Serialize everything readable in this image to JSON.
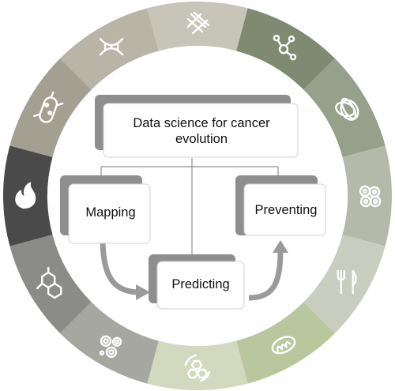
{
  "title": "Data science for cancer evolution",
  "title_lines": [
    "Data science for cancer",
    "evolution"
  ],
  "nodes": {
    "mapping": "Mapping",
    "predicting": "Predicting",
    "preventing": "Preventing"
  },
  "ring_segments": [
    {
      "icon": "chromosome-icon",
      "color": "#c7c5b8"
    },
    {
      "icon": "network-nodes-icon",
      "color": "#7e8a72"
    },
    {
      "icon": "tangled-fiber-icon",
      "color": "#96a08a"
    },
    {
      "icon": "cell-cluster-icon",
      "color": "#b4b9aa"
    },
    {
      "icon": "fork-knife-icon",
      "color": "#c8cdbf"
    },
    {
      "icon": "mitochondria-icon",
      "color": "#b9c79e"
    },
    {
      "icon": "cycle-hexagon-icon",
      "color": "#d2d9bf"
    },
    {
      "icon": "cells-icon",
      "color": "#a7a7a2"
    },
    {
      "icon": "chemical-structure-icon",
      "color": "#8b8b88"
    },
    {
      "icon": "fire-icon",
      "color": "#4a4a4a"
    },
    {
      "icon": "bacteria-icon",
      "color": "#a39f91"
    },
    {
      "icon": "dna-icon",
      "color": "#b8b5a6"
    }
  ],
  "colors": {
    "box_shadow": "#8e8e8e",
    "box_face": "#ffffff",
    "connector": "#8f8f8f"
  }
}
